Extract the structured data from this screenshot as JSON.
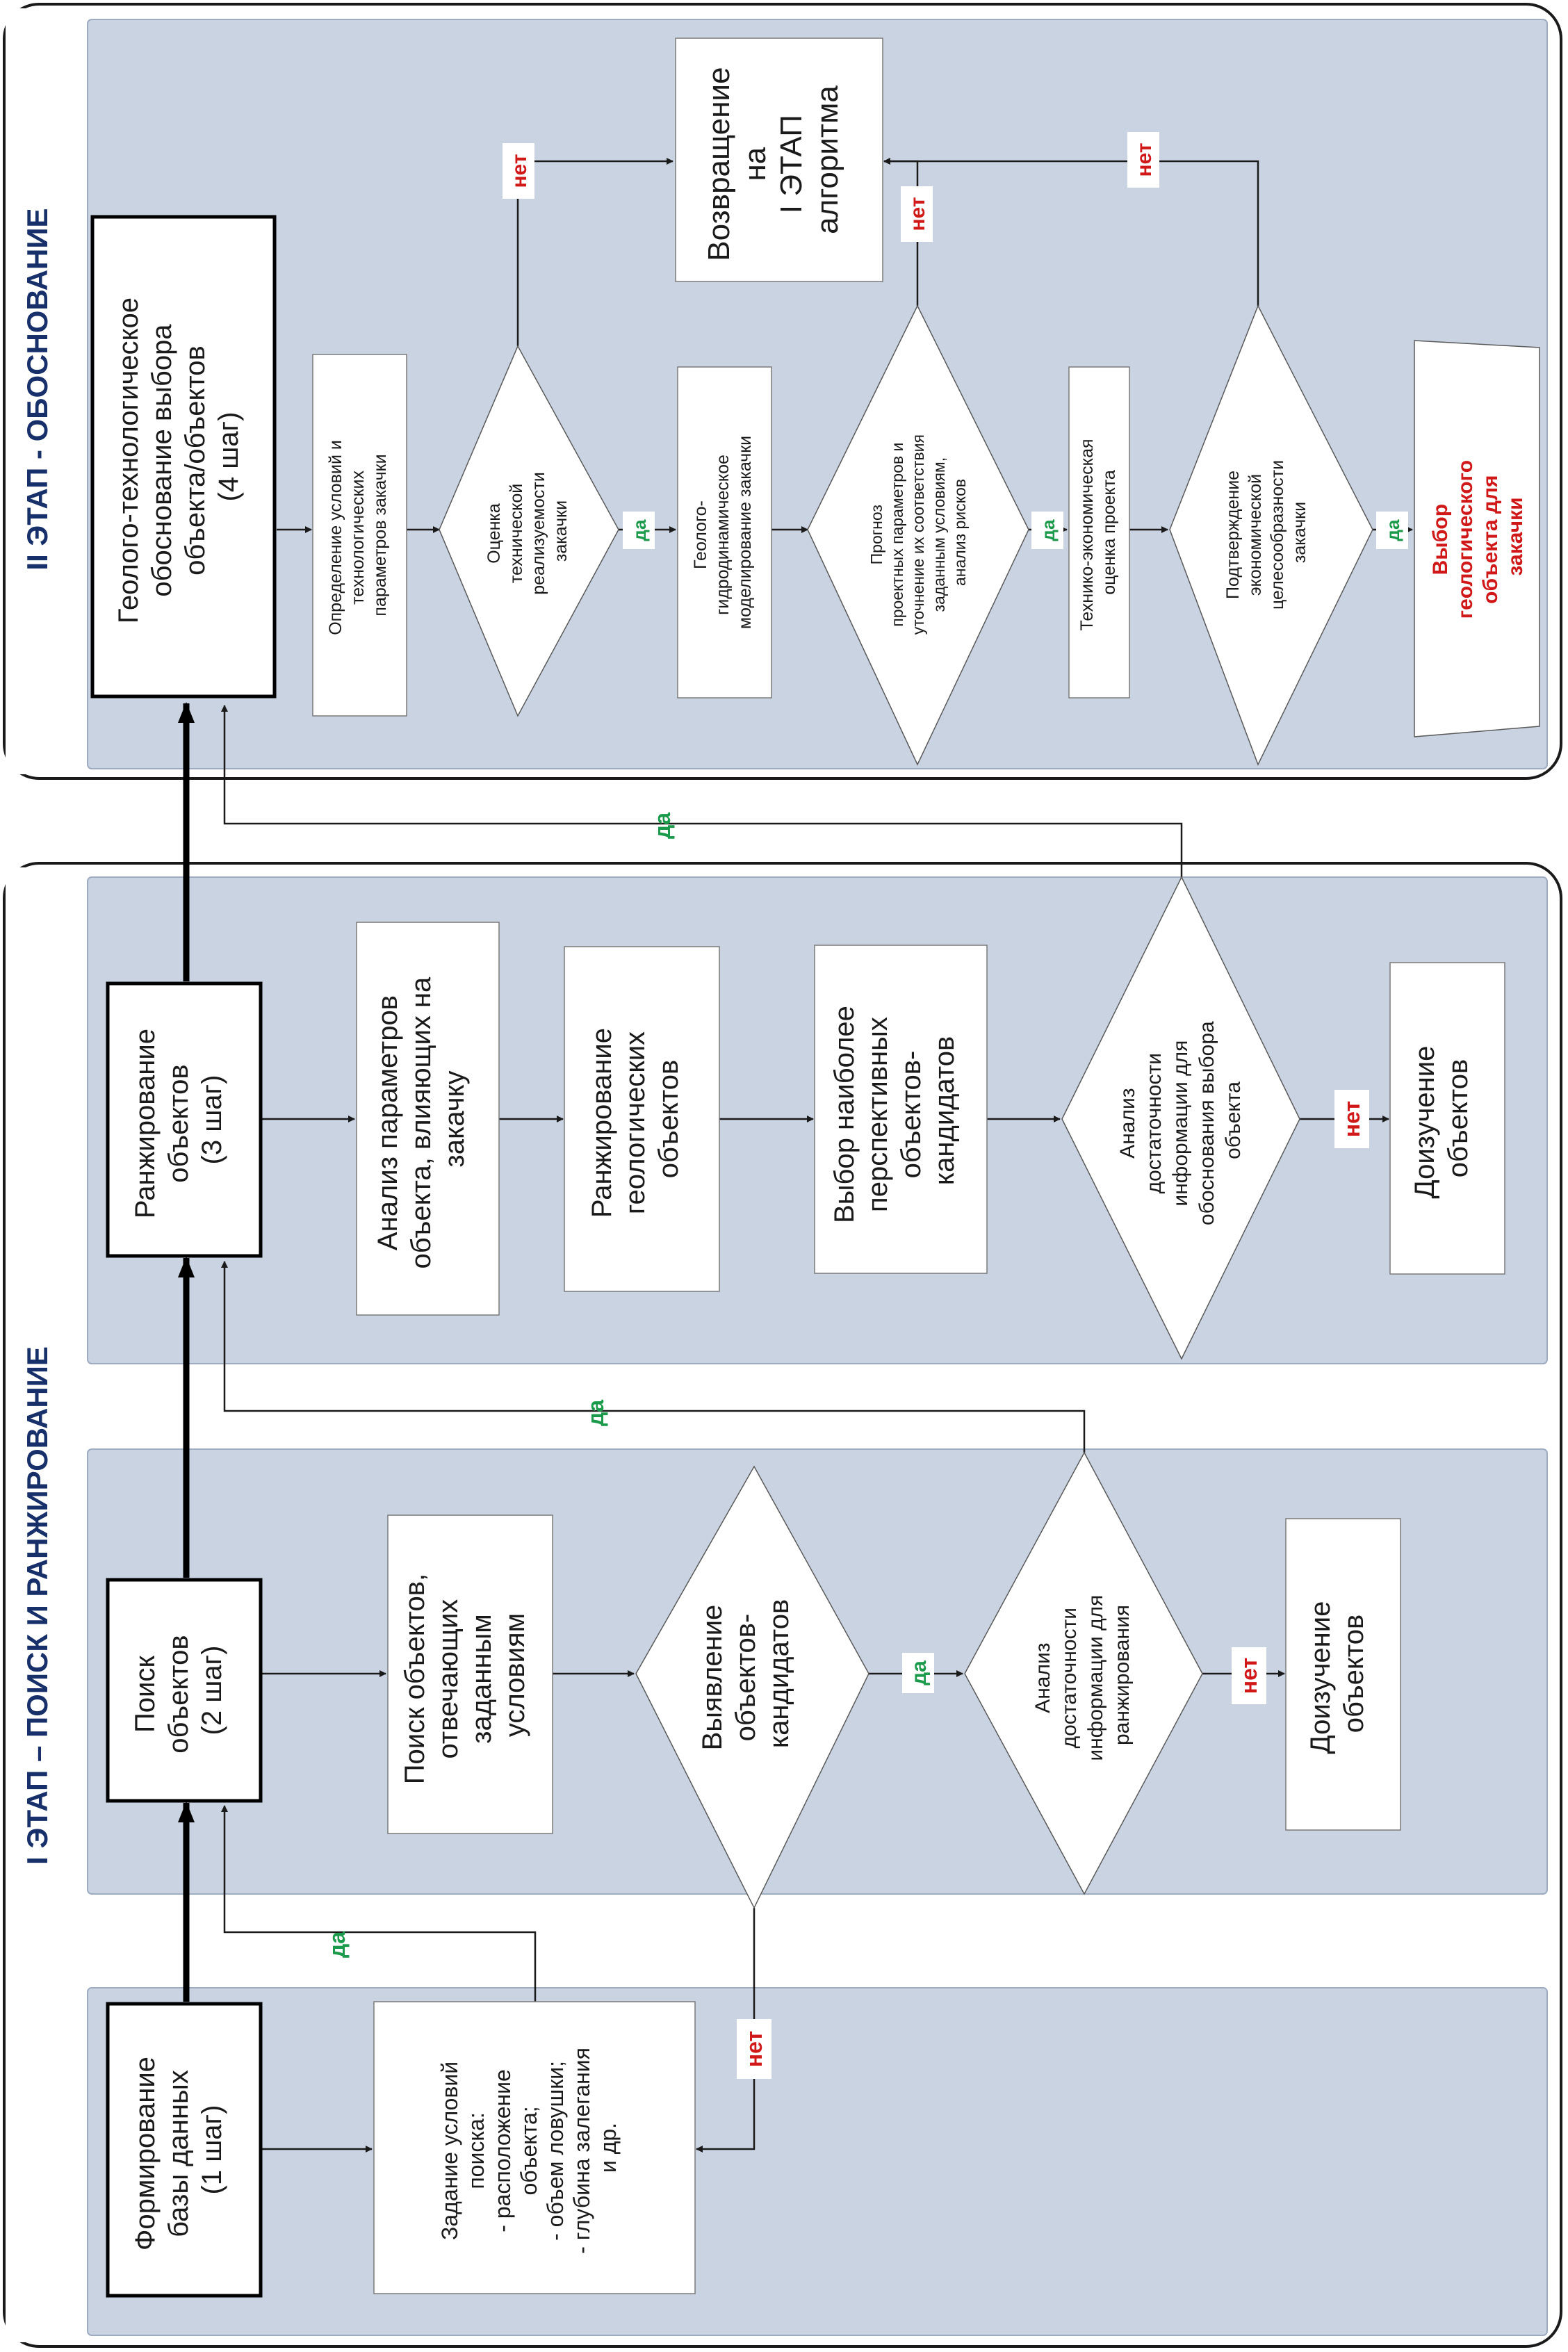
{
  "stage1_title": "I ЭТАП – ПОИСК И РАНЖИРОВАНИЕ",
  "stage2_title": "II ЭТАП - ОБОСНОВАНИЕ",
  "colors": {
    "band": "#c9d3e2",
    "frame": "#1a1a1a",
    "yes": "#1a9a4a",
    "no": "#d01818",
    "goal_text": "#d01818",
    "title_text": "#17306a"
  },
  "step1": {
    "box": [
      "Формирование",
      "базы данных",
      "(1 шаг)"
    ],
    "conditions": [
      "Задание условий",
      "поиска:",
      "- расположение",
      "объекта;",
      "- объем ловушки;",
      "- глубина залегания",
      "и др."
    ],
    "yes": "да",
    "no": "нет"
  },
  "step2": {
    "box": [
      "Поиск",
      "объектов",
      "(2 шаг)"
    ],
    "search": [
      "Поиск объектов,",
      "отвечающих",
      "заданным",
      "условиям"
    ],
    "candidates": [
      "Выявление",
      "объектов-",
      "кандидатов"
    ],
    "analysis": [
      "Анализ",
      "достаточности",
      "информации для",
      "ранжирования"
    ],
    "study": [
      "Доизучение",
      "объектов"
    ],
    "yes": "да",
    "no": "нет"
  },
  "step3": {
    "box": [
      "Ранжирование",
      "объектов",
      "(3 шаг)"
    ],
    "params": [
      "Анализ параметров",
      "объекта, влияющих на",
      "закачку"
    ],
    "ranking": [
      "Ранжирование",
      "геологических",
      "объектов"
    ],
    "select": [
      "Выбор наиболее",
      "перспективных",
      "объектов-",
      "кандидатов"
    ],
    "analysis": [
      "Анализ",
      "достаточности",
      "информации для",
      "обоснования выбора",
      "объекта"
    ],
    "study": [
      "Доизучение",
      "объектов"
    ],
    "yes_to_step3": "да",
    "yes_to_step4": "да",
    "no": "нет"
  },
  "step4": {
    "box": [
      "Геолого-технологическое",
      "обоснование выбора",
      "объекта/объектов",
      "(4 шаг)"
    ],
    "define": [
      "Определение условий и",
      "технологических",
      "параметров закачки"
    ],
    "feasibility": [
      "Оценка",
      "технической",
      "реализуемости",
      "закачки"
    ],
    "modeling": [
      "Геолого-",
      "гидродинамическое",
      "моделирование закачки"
    ],
    "forecast": [
      "Прогноз",
      "проектных параметров и",
      "уточнение их соответствия",
      "заданным условиям,",
      "анализ рисков"
    ],
    "economic": [
      "Технико-экономическая",
      "оценка проекта"
    ],
    "confirm": [
      "Подтверждение",
      "экономической",
      "целесообразности",
      "закачки"
    ],
    "return": [
      "Возвращение",
      "на",
      "I ЭТАП",
      "алгоритма"
    ],
    "goal": [
      "Выбор",
      "геологического",
      "объекта для",
      "закачки"
    ],
    "yes1": "да",
    "yes2": "да",
    "yes3": "да",
    "no1": "нет",
    "no2": "нет",
    "no3": "нет"
  }
}
